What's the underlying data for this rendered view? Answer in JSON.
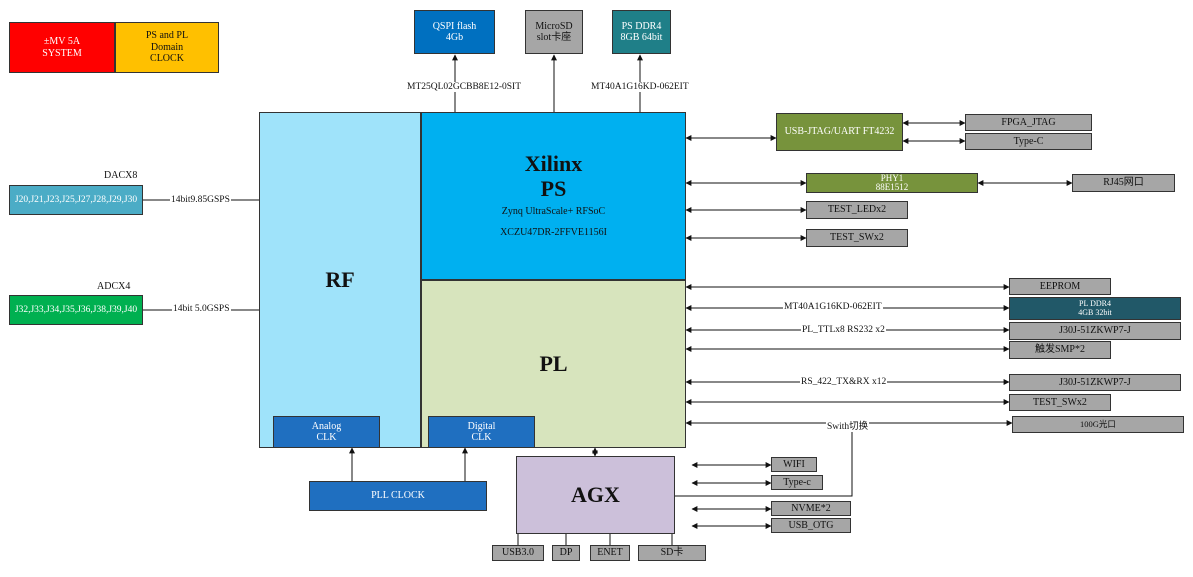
{
  "legend": {
    "power": "±MV 5A\nSYSTEM",
    "clock": "PS and PL\nDomain\nCLOCK"
  },
  "top": {
    "qspi": "QSPI flash\n4Gb",
    "microsd": "MicroSD\nslot卡座",
    "psddr4": "PS DDR4\n8GB 64bit",
    "qspi_part": "MT25QL02GCBB8E12-0SIT",
    "ddr_part": "MT40A1G16KD-062EIT"
  },
  "left": {
    "dac_title": "DACX8",
    "dac_box": "J20,J21,J23,J25,J27,J28,J29,J30",
    "dac_rate": "14bit9.85GSPS",
    "adc_title": "ADCX4",
    "adc_box": "J32,J33,J34,J35,J36,J38,J39,J40",
    "adc_rate": "14bit 5.0GSPS"
  },
  "core": {
    "rf": "RF",
    "ps_title": "Xilinx\nPS",
    "ps_sub": "Zynq UltraScale+ RFSoC",
    "ps_part": "XCZU47DR-2FFVE1156I",
    "pl": "PL",
    "analog_clk": "Analog\nCLK",
    "digital_clk": "Digital\nCLK",
    "pll_clock": "PLL CLOCK",
    "agx": "AGX"
  },
  "right": {
    "usb_jtag": "USB-JTAG/UART FT4232",
    "fpga_jtag": "FPGA_JTAG",
    "typec1": "Type-C",
    "phy1": "PHY1\n88E1512",
    "rj45": "RJ45网口",
    "test_led": "TEST_LEDx2",
    "test_sw1": "TEST_SWx2",
    "eeprom": "EEPROM",
    "pl_ddr4": "PL DDR4\n4GB 32bit",
    "pl_ddr_part": "MT40A1G16KD-062EIT",
    "j30_1": "J30J-51ZKWP7-J",
    "pl_ttl": "PL_TTLx8  RS232 x2",
    "trigger_smp": "触发SMP*2",
    "rs422": "RS_422_TX&RX  x12",
    "j30_2": "J30J-51ZKWP7-J",
    "test_sw2": "TEST_SWx2",
    "switch_label": "Swith切换",
    "optical": "100G光口"
  },
  "agx_io": {
    "wifi": "WIFI",
    "typec2": "Type-c",
    "nvme": "NVME*2",
    "usb_otg": "USB_OTG",
    "usb30": "USB3.0",
    "dp": "DP",
    "enet": "ENET",
    "sd": "SD卡"
  },
  "colors": {
    "power": "#ff0000",
    "clock": "#ffc000",
    "rf": "#9fe3fa",
    "ps": "#00b0f0",
    "pl": "#d7e4bd",
    "agx": "#ccc0da",
    "qspi": "#0070c0",
    "psddr4": "#1f7f88",
    "pl_ddr4": "#215868",
    "dac": "#4bacc6",
    "adc": "#00b050"
  }
}
